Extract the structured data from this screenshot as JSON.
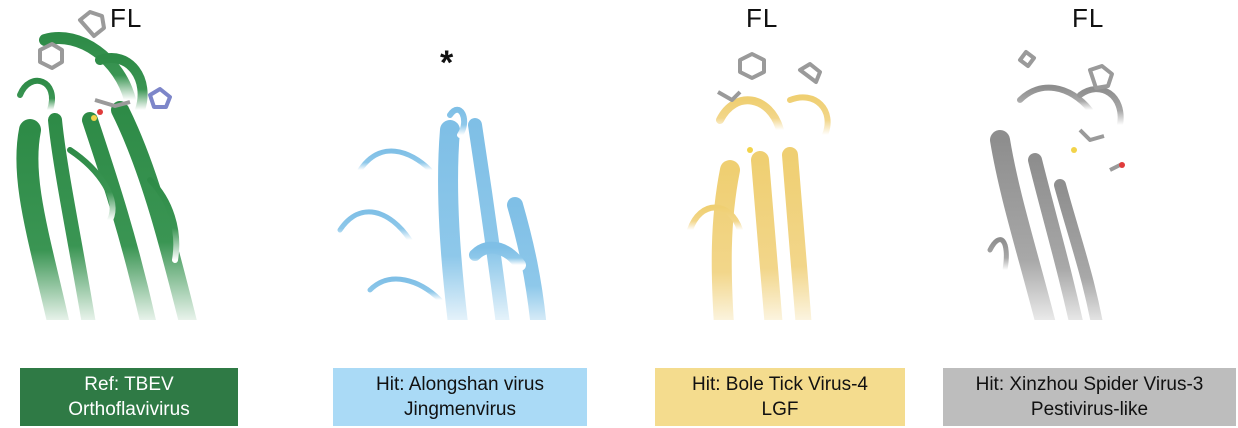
{
  "panels": [
    {
      "id": "tbev",
      "marker": "FL",
      "label_line1": "Ref: TBEV",
      "label_line2": "Orthoflavivirus",
      "box_color": "#2f7a45",
      "text_color": "#ffffff",
      "ribbon_color": "#2e8b47",
      "ribbon_light": "#cfe6d6"
    },
    {
      "id": "alongshan",
      "marker": "*",
      "label_line1": "Hit: Alongshan virus",
      "label_line2": "Jingmenvirus",
      "box_color": "#aadaf6",
      "text_color": "#111111",
      "ribbon_color": "#7fbfe6",
      "ribbon_light": "#e3f2fb"
    },
    {
      "id": "bole",
      "marker": "FL",
      "label_line1": "Hit: Bole Tick Virus-4",
      "label_line2": "LGF",
      "box_color": "#f4dc8e",
      "text_color": "#111111",
      "ribbon_color": "#efcf72",
      "ribbon_light": "#fbf2d6"
    },
    {
      "id": "xinzhou",
      "marker": "FL",
      "label_line1": "Hit: Xinzhou Spider Virus-3",
      "label_line2": "Pestivirus-like",
      "box_color": "#bdbdbd",
      "text_color": "#111111",
      "ribbon_color": "#8e8e8e",
      "ribbon_light": "#ececec"
    }
  ]
}
